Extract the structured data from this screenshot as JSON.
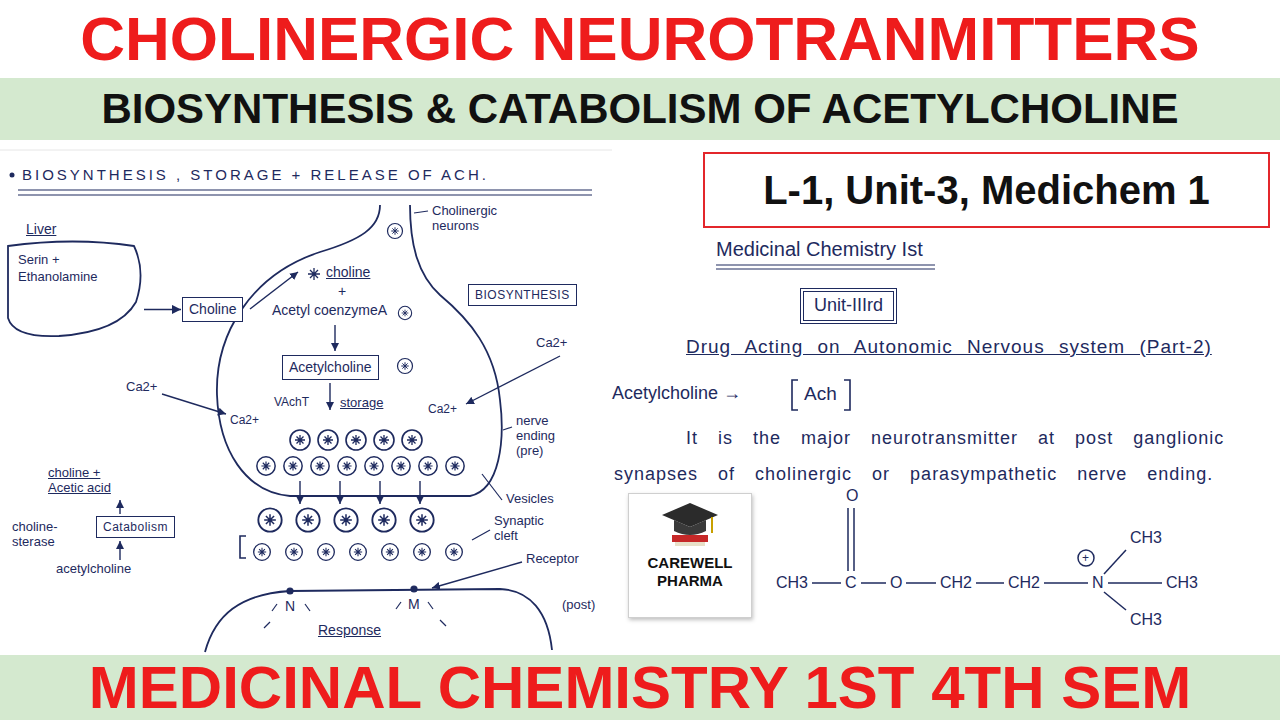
{
  "diagram": {
    "title": "CHOLINERGIC NEUROTRANMITTERS",
    "nodes": [
      {
        "text": [
          "BIOSYNTHESIS & CATABOLISM OF ACETYLCHOLINE"
        ]
      },
      {
        "text": [
          "Liver",
          "Serin + Ethanolamine"
        ]
      },
      {
        "text": [
          "Choline"
        ]
      },
      {
        "text": [
          "BIOSYNTHESIS"
        ]
      },
      {
        "text": [
          "Acetylcholine"
        ]
      },
      {
        "text": [
          "Catabolism"
        ]
      },
      {
        "text": [
          "L-1, Unit-3, Medichem 1"
        ]
      },
      {
        "text": [
          "Unit-IIIrd"
        ]
      },
      {
        "text": [
          "CAREWELL PHARMA"
        ]
      },
      {
        "text": [
          "MEDICINAL CHEMISTRY 1ST 4TH SEM"
        ]
      }
    ],
    "edges": [
      {
        "from": 1,
        "to": 2,
        "arrow": "to"
      }
    ],
    "labels": [
      "BIOSYNTHESIS , STORAGE + RELEASE OF ACH.",
      "Cholinergic neurons",
      "choline",
      "+",
      "Acetyl coenzymeA",
      "VAchT",
      "storage",
      "Ca2+",
      "Ca2+",
      "Ca2+",
      "Ca2+",
      "nerve ending (pre)",
      "Vesicles",
      "Synaptic cleft",
      "Receptor",
      "(post)",
      "N",
      "M",
      "Response",
      "choline + Acetic acid",
      "choline- sterase",
      "acetylcholine",
      "Medicinal Chemistry Ist",
      "Drug Acting on Autonomic Nervous system (Part-2)",
      "Acetylcholine →",
      "Ach",
      "It is the major neurotransmitter at post ganglionic synapses of cholinergic or parasympathetic nerve ending.",
      "O",
      "CH3",
      "C",
      "O",
      "CH2",
      "CH2",
      "N",
      "CH3",
      "CH3",
      "CH3",
      "+"
    ]
  }
}
